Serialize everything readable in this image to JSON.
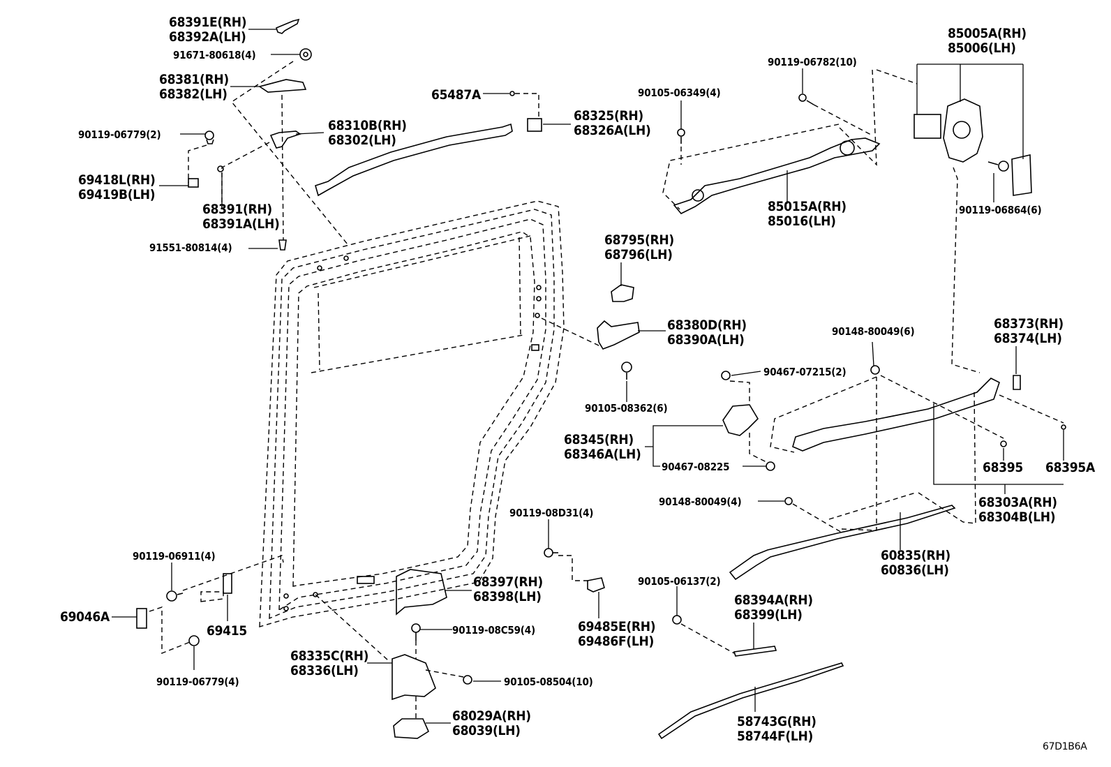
{
  "diagram_code": "67D1B6A",
  "labels": [
    {
      "id": "c68391E",
      "lines": [
        "68391E(RH)",
        "68392A(LH)"
      ]
    },
    {
      "id": "c91671",
      "lines": [
        "91671-80618(4)"
      ]
    },
    {
      "id": "c68381",
      "lines": [
        "68381(RH)",
        "68382(LH)"
      ]
    },
    {
      "id": "c90119_06779_2",
      "lines": [
        "90119-06779(2)"
      ]
    },
    {
      "id": "c68310B",
      "lines": [
        "68310B(RH)",
        "68302(LH)"
      ]
    },
    {
      "id": "c69418L",
      "lines": [
        "69418L(RH)",
        "69419B(LH)"
      ]
    },
    {
      "id": "c68391",
      "lines": [
        "68391(RH)",
        "68391A(LH)"
      ]
    },
    {
      "id": "c91551",
      "lines": [
        "91551-80814(4)"
      ]
    },
    {
      "id": "c65487A",
      "lines": [
        "65487A"
      ]
    },
    {
      "id": "c68325",
      "lines": [
        "68325(RH)",
        "68326A(LH)"
      ]
    },
    {
      "id": "c90105_06349",
      "lines": [
        "90105-06349(4)"
      ]
    },
    {
      "id": "c90119_06782",
      "lines": [
        "90119-06782(10)"
      ]
    },
    {
      "id": "c85005A",
      "lines": [
        "85005A(RH)",
        "85006(LH)"
      ]
    },
    {
      "id": "c85015A",
      "lines": [
        "85015A(RH)",
        "85016(LH)"
      ]
    },
    {
      "id": "c90119_06864",
      "lines": [
        "90119-06864(6)"
      ]
    },
    {
      "id": "c68795",
      "lines": [
        "68795(RH)",
        "68796(LH)"
      ]
    },
    {
      "id": "c68380D",
      "lines": [
        "68380D(RH)",
        "68390A(LH)"
      ]
    },
    {
      "id": "c90105_08362",
      "lines": [
        "90105-08362(6)"
      ]
    },
    {
      "id": "c90148_80049_6",
      "lines": [
        "90148-80049(6)"
      ]
    },
    {
      "id": "c68373",
      "lines": [
        "68373(RH)",
        "68374(LH)"
      ]
    },
    {
      "id": "c90467_07215",
      "lines": [
        "90467-07215(2)"
      ]
    },
    {
      "id": "c68345",
      "lines": [
        "68345(RH)",
        "68346A(LH)"
      ]
    },
    {
      "id": "c90467_08225",
      "lines": [
        "90467-08225"
      ]
    },
    {
      "id": "c68395",
      "lines": [
        "68395"
      ]
    },
    {
      "id": "c68395A",
      "lines": [
        "68395A"
      ]
    },
    {
      "id": "c68303A",
      "lines": [
        "68303A(RH)",
        "68304B(LH)"
      ]
    },
    {
      "id": "c90148_80049_4",
      "lines": [
        "90148-80049(4)"
      ]
    },
    {
      "id": "c90119_08D31",
      "lines": [
        "90119-08D31(4)"
      ]
    },
    {
      "id": "c60835",
      "lines": [
        "60835(RH)",
        "60836(LH)"
      ]
    },
    {
      "id": "c90119_06911",
      "lines": [
        "90119-06911(4)"
      ]
    },
    {
      "id": "c68397",
      "lines": [
        "68397(RH)",
        "68398(LH)"
      ]
    },
    {
      "id": "c90105_06137",
      "lines": [
        "90105-06137(2)"
      ]
    },
    {
      "id": "c68394A",
      "lines": [
        "68394A(RH)",
        "68399(LH)"
      ]
    },
    {
      "id": "c69046A",
      "lines": [
        "69046A"
      ]
    },
    {
      "id": "c69415",
      "lines": [
        "69415"
      ]
    },
    {
      "id": "c69485E",
      "lines": [
        "69485E(RH)",
        "69486F(LH)"
      ]
    },
    {
      "id": "c90119_08C59",
      "lines": [
        "90119-08C59(4)"
      ]
    },
    {
      "id": "c68335C",
      "lines": [
        "68335C(RH)",
        "68336(LH)"
      ]
    },
    {
      "id": "c90105_08504",
      "lines": [
        "90105-08504(10)"
      ]
    },
    {
      "id": "c90119_06779_4",
      "lines": [
        "90119-06779(4)"
      ]
    },
    {
      "id": "c68029A",
      "lines": [
        "68029A(RH)",
        "68039(LH)"
      ]
    },
    {
      "id": "c58743G",
      "lines": [
        "58743G(RH)",
        "58744F(LH)"
      ]
    }
  ]
}
